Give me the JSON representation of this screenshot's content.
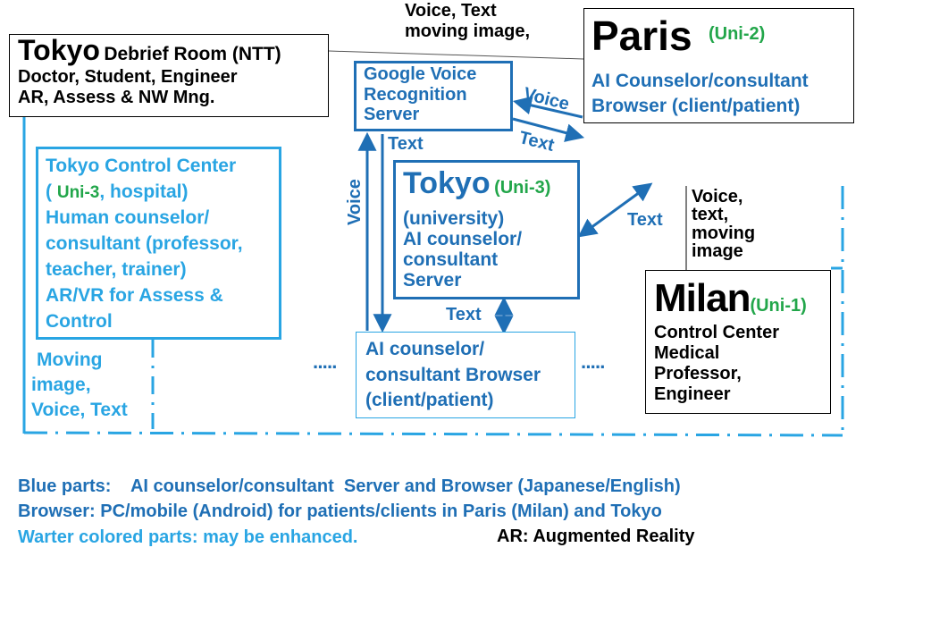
{
  "colors": {
    "black": "#000000",
    "blue": "#1f6fb5",
    "light_blue": "#29a5e3",
    "green": "#22a64a"
  },
  "nodes": {
    "tokyo_debrief": {
      "city": "Tokyo",
      "title_rest": "Debrief Room (NTT)",
      "lines": [
        "Doctor, Student, Engineer",
        "AR, Assess & NW Mng."
      ]
    },
    "google_voice": {
      "lines": [
        "Google Voice",
        "Recognition",
        "Server"
      ]
    },
    "paris": {
      "city": "Paris",
      "uni": "(Uni-2)",
      "lines": [
        "AI Counselor/consultant",
        "Browser (client/patient)"
      ]
    },
    "tokyo_control": {
      "line1": "Tokyo Control Center",
      "paren_open": "(",
      "uni": "Uni-3",
      "after_uni": ", hospital)",
      "lines": [
        "Human counselor/",
        "consultant (professor,",
        "teacher, trainer)",
        "AR/VR for Assess &",
        "Control"
      ]
    },
    "tokyo_server": {
      "city": "Tokyo",
      "uni": "(Uni-3)",
      "lines": [
        "(university)",
        "AI counselor/",
        "consultant",
        "Server"
      ]
    },
    "milan": {
      "city": "Milan",
      "uni": "(Uni-1)",
      "lines": [
        "Control Center",
        "Medical",
        "Professor,",
        "Engineer"
      ]
    },
    "ai_browser": {
      "lines": [
        "AI counselor/",
        "consultant Browser",
        "(client/patient)"
      ]
    }
  },
  "edge_labels": {
    "voice_text_top": [
      "Voice, Text",
      "moving image,"
    ],
    "voice_to_google": "Voice",
    "text_from_google": "Text",
    "voice_vertical": "Voice",
    "text_google_down": "Text",
    "text_milan_link": "Text",
    "milan_media": [
      "Voice,",
      "text,",
      "moving",
      "image"
    ],
    "text_browser_link": "Text",
    "tokyo_media": [
      "Moving",
      "image,",
      "Voice, Text"
    ]
  },
  "ellipsis_left": "·····",
  "ellipsis_right": "·····",
  "legend": {
    "blue_parts": "Blue parts:    AI counselor/consultant  Server and Browser (Japanese/English)",
    "browser": "Browser: PC/mobile (Android) for patients/clients in Paris (Milan) and Tokyo",
    "water_colored": "Warter colored parts: may be enhanced.",
    "ar_note": "AR: Augmented Reality"
  }
}
